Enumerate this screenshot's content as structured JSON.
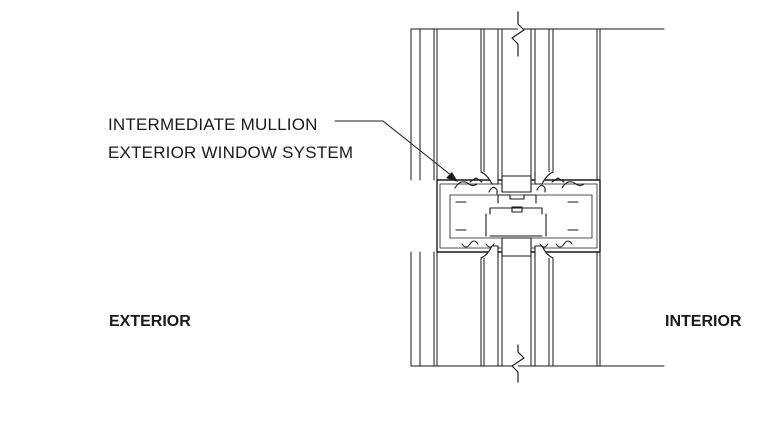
{
  "callout": {
    "line1": "INTERMEDIATE MULLION",
    "line2": "EXTERIOR WINDOW SYSTEM"
  },
  "labels": {
    "exterior": "EXTERIOR",
    "interior": "INTERIOR"
  },
  "colors": {
    "linework": "#1a1a1a",
    "fill": "#ffffff"
  }
}
